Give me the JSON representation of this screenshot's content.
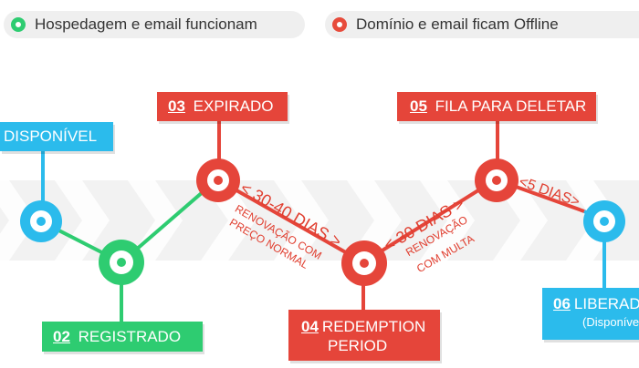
{
  "legend": {
    "working": "Hospedagem e email funcionam",
    "offline": "Domínio e email ficam Offline",
    "working_color": "#2ecc71",
    "offline_color": "#e74c3c"
  },
  "stages": {
    "s1": {
      "label": "DISPONÍVEL"
    },
    "s2": {
      "num": "02",
      "label": "REGISTRADO"
    },
    "s3": {
      "num": "03",
      "label": "EXPIRADO"
    },
    "s4": {
      "num": "04",
      "label": "REDEMPTION",
      "label2": "PERIOD"
    },
    "s5": {
      "num": "05",
      "label": "FILA PARA DELETAR"
    },
    "s6": {
      "num": "06",
      "label": "LIBERADO",
      "sub": "(Disponível)"
    }
  },
  "periods": {
    "p1": {
      "duration": "< 30-40 DIAS >",
      "note1": "RENOVAÇÃO COM",
      "note2": "PREÇO NORMAL"
    },
    "p2": {
      "duration": "< 30 DIAS >",
      "note1": "RENOVAÇÃO",
      "note2": "COM MULTA"
    },
    "p3": {
      "duration": "<5 DIAS>"
    }
  },
  "colors": {
    "red": "#e5453a",
    "green": "#2ecc71",
    "blue": "#2bbbec"
  }
}
